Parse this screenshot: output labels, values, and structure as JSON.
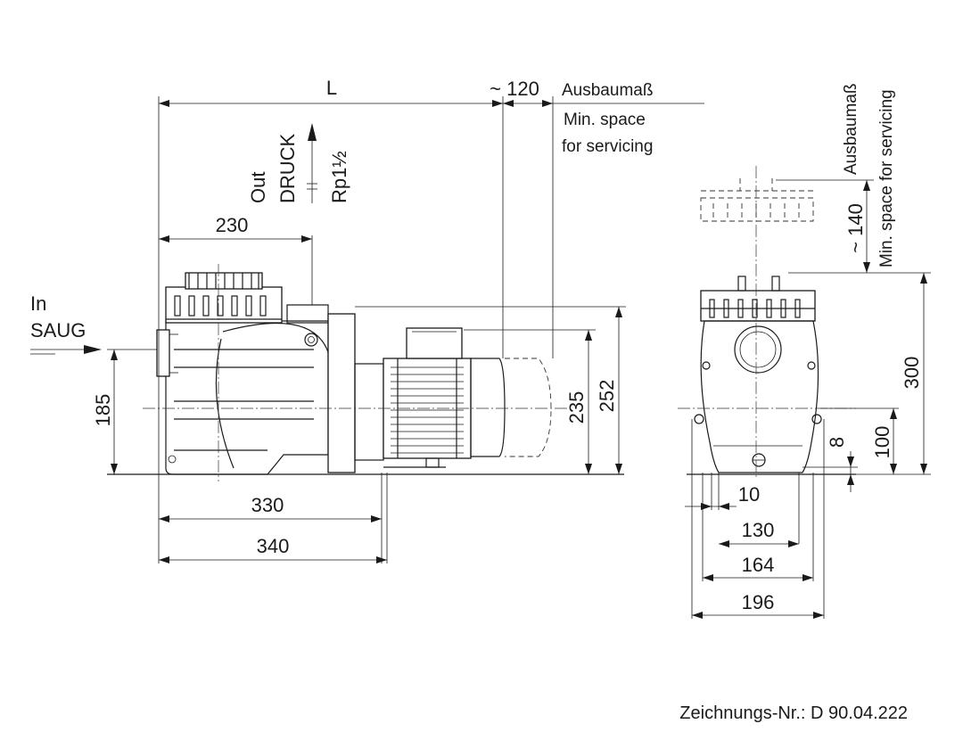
{
  "dimensions": {
    "L": "L",
    "d120": "~ 120",
    "d230": "230",
    "d330": "330",
    "d340": "340",
    "d185": "185",
    "d235": "235",
    "d252": "252",
    "d140": "~ 140",
    "d300": "300",
    "d100": "100",
    "d8": "8",
    "d10": "10",
    "d130": "130",
    "d164": "164",
    "d196": "196"
  },
  "labels": {
    "ausbaumass_top": "Ausbaumaß",
    "min_space_top_1": "Min. space",
    "min_space_top_2": "for servicing",
    "out": "Out",
    "druck": "DRUCK",
    "rp": "Rp1½",
    "in": "In",
    "saug": "SAUG",
    "ausbaumass_side": "Ausbaumaß",
    "min_space_side": "Min. space for servicing"
  },
  "drawing_number": "Zeichnungs-Nr.: D 90.04.222"
}
